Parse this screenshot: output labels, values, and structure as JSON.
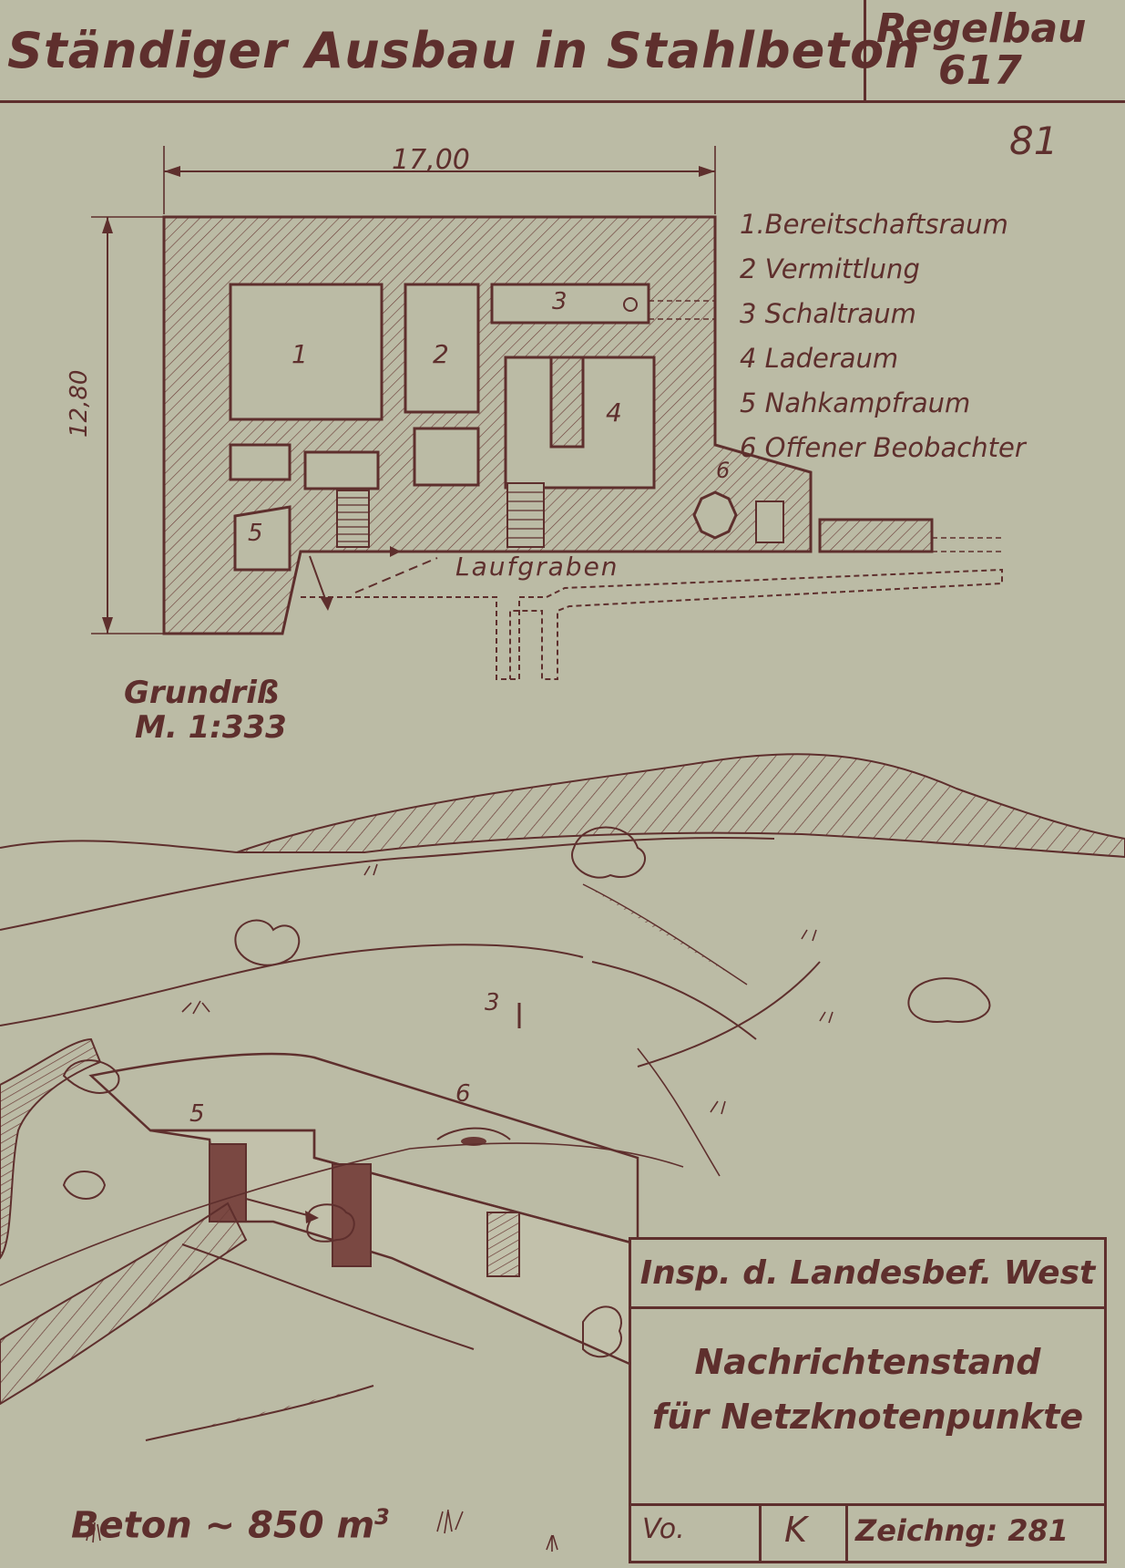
{
  "header": {
    "title": "Ständiger Ausbau in Stahlbeton",
    "type_label": "Regelbau",
    "type_number": "617"
  },
  "page_number": "81",
  "plan": {
    "width_dim": "17,00",
    "depth_dim": "12,80",
    "trench_label": "Laufgraben",
    "room_numbers": [
      "1",
      "2",
      "3",
      "4",
      "5",
      "6"
    ],
    "caption": "Grundriß",
    "scale": "M. 1:333"
  },
  "legend": [
    "1.Bereitschaftsraum",
    "2 Vermittlung",
    "3 Schaltraum",
    "4 Laderaum",
    "5 Nahkampfraum",
    "6 Offener Beobachter"
  ],
  "perspective_labels": [
    "3",
    "5",
    "6"
  ],
  "concrete": {
    "label": "Beton ~ 850 m",
    "exponent": "3"
  },
  "title_block": {
    "authority": "Insp. d. Landesbef. West",
    "subject_line1": "Nachrichtenstand",
    "subject_line2": "für Netzknotenpunkte",
    "field1": "Vo.",
    "signature": "K",
    "drawing_no": "Zeichng: 281"
  }
}
